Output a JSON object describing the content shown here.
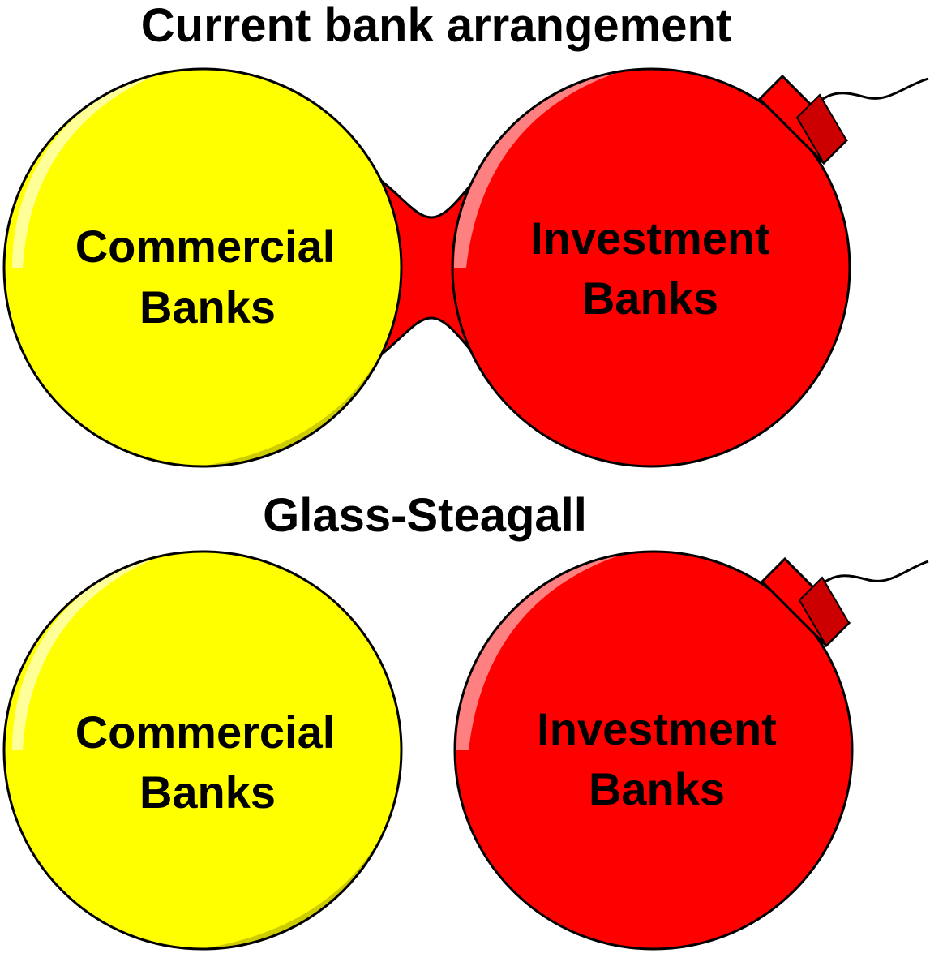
{
  "diagram": {
    "top": {
      "title": "Current bank arrangement",
      "commercial_line1": "Commercial",
      "commercial_line2": "Banks",
      "investment_line1": "Investment",
      "investment_line2": "Banks"
    },
    "bottom": {
      "title": "Glass-Steagall",
      "commercial_line1": "Commercial",
      "commercial_line2": "Banks",
      "investment_line1": "Investment",
      "investment_line2": "Banks"
    }
  },
  "colors": {
    "commercial_fill": "#ffff00",
    "commercial_shade": "#cccc00",
    "investment_fill": "#ff0000",
    "investment_shade": "#cc0000",
    "highlight": "#ff8080",
    "outline": "#000000",
    "background": "#ffffff"
  }
}
